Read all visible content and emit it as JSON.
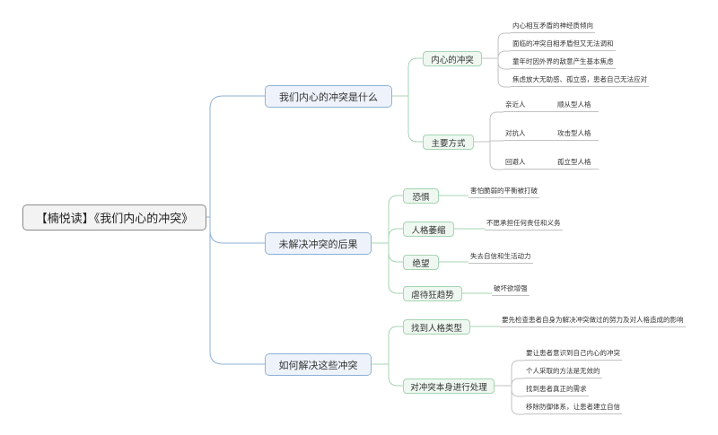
{
  "root": {
    "label": "【楠悦读】《我们内心的冲突》"
  },
  "branches": [
    {
      "label": "我们内心的冲突是什么",
      "children": [
        {
          "label": "内心的冲突",
          "leaves": [
            "内心相互矛盾的神经质倾向",
            "面临的冲突自相矛盾但又无法调和",
            "童年时因外界的敌意产生基本焦虑",
            "焦虑放大无助感、孤立感，患者自己无法应对"
          ]
        },
        {
          "label": "主要方式",
          "pairs": [
            {
              "approach": "亲近人",
              "type": "顺从型人格"
            },
            {
              "approach": "对抗人",
              "type": "攻击型人格"
            },
            {
              "approach": "回避人",
              "type": "孤立型人格"
            }
          ]
        }
      ]
    },
    {
      "label": "未解决冲突的后果",
      "children": [
        {
          "label": "恐惧",
          "leaves": [
            "害怕脆弱的平衡被打破"
          ]
        },
        {
          "label": "人格萎缩",
          "leaves": [
            "不愿承担任何责任和义务"
          ]
        },
        {
          "label": "绝望",
          "leaves": [
            "失去自信和生活动力"
          ]
        },
        {
          "label": "虐待狂趋势",
          "leaves": [
            "破坏欲增强"
          ]
        }
      ]
    },
    {
      "label": "如何解决这些冲突",
      "children": [
        {
          "label": "找到人格类型",
          "leaves": [
            "要先检查患者自身为解决冲突做过的努力及对人格造成的影响"
          ]
        },
        {
          "label": "对冲突本身进行处理",
          "leaves": [
            "要让患者意识到自己内心的冲突",
            "个人采取的方法是无效的",
            "找到患者真正的需求",
            "移除防御体系，让患者建立自信"
          ]
        }
      ]
    }
  ],
  "colors": {
    "root_border": "#8a8a8a",
    "main_line": "#8fb0d6",
    "sub_line": "#a6d4b3",
    "leaf_line": "#c2c2c2"
  }
}
